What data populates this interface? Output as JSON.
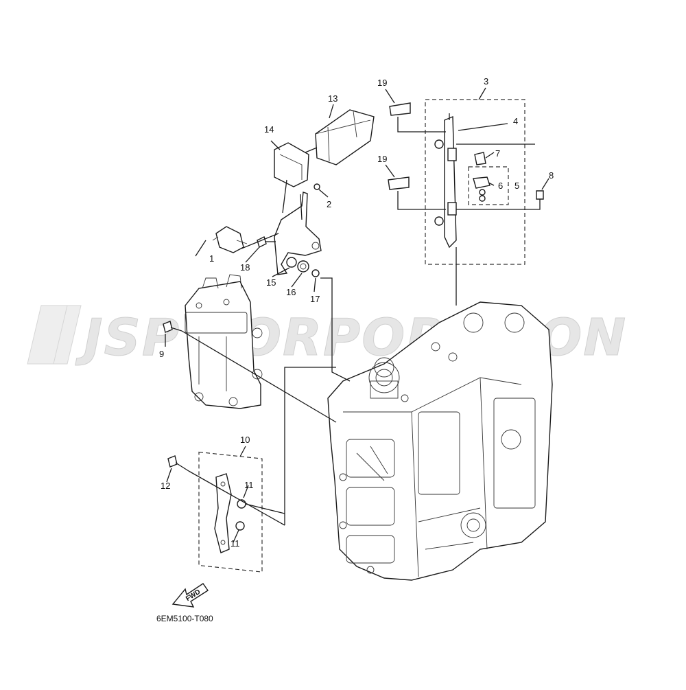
{
  "diagram": {
    "code": "6EM5100-T080",
    "fwd_label": "FWD",
    "watermark_text": "JSP CORPORATION",
    "callouts": [
      "1",
      "2",
      "3",
      "4",
      "5",
      "6",
      "7",
      "8",
      "9",
      "10",
      "11",
      "11",
      "12",
      "13",
      "14",
      "15",
      "16",
      "17",
      "18",
      "19",
      "19"
    ]
  },
  "colors": {
    "line": "#1a1a1a",
    "watermark": "#e6e6e6",
    "background": "#ffffff"
  }
}
